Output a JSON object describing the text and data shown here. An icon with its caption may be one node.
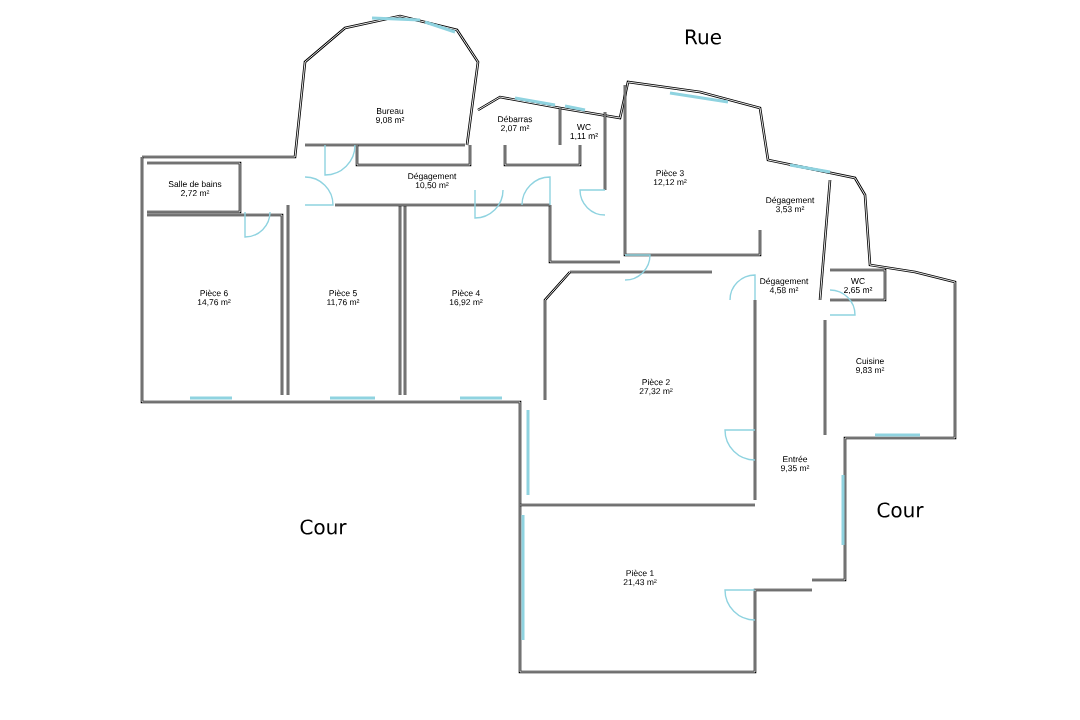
{
  "diagram": {
    "nodes": [
      {
        "text": [
          "Bureau",
          "9,08 m²"
        ]
      },
      {
        "text": [
          "Débarras",
          "2,07 m²"
        ]
      },
      {
        "text": [
          "WC",
          "1,11 m²"
        ]
      },
      {
        "text": [
          "Salle de bains",
          "2,72 m²"
        ]
      },
      {
        "text": [
          "Dégagement",
          "10,50 m²"
        ]
      },
      {
        "text": [
          "Pièce 3",
          "12,12 m²"
        ]
      },
      {
        "text": [
          "Dégagement",
          "3,53 m²"
        ]
      },
      {
        "text": [
          "Pièce 6",
          "14,76 m²"
        ]
      },
      {
        "text": [
          "Pièce 5",
          "11,76 m²"
        ]
      },
      {
        "text": [
          "Pièce 4",
          "16,92 m²"
        ]
      },
      {
        "text": [
          "Dégagement",
          "4,58 m²"
        ]
      },
      {
        "text": [
          "WC",
          "2,65 m²"
        ]
      },
      {
        "text": [
          "Cuisine",
          "9,83 m²"
        ]
      },
      {
        "text": [
          "Pièce 2",
          "27,32 m²"
        ]
      },
      {
        "text": [
          "Entrée",
          "9,35 m²"
        ]
      },
      {
        "text": [
          "Pièce 1",
          "21,43 m²"
        ]
      }
    ],
    "labels": [
      "Rue",
      "Cour",
      "Cour"
    ]
  }
}
